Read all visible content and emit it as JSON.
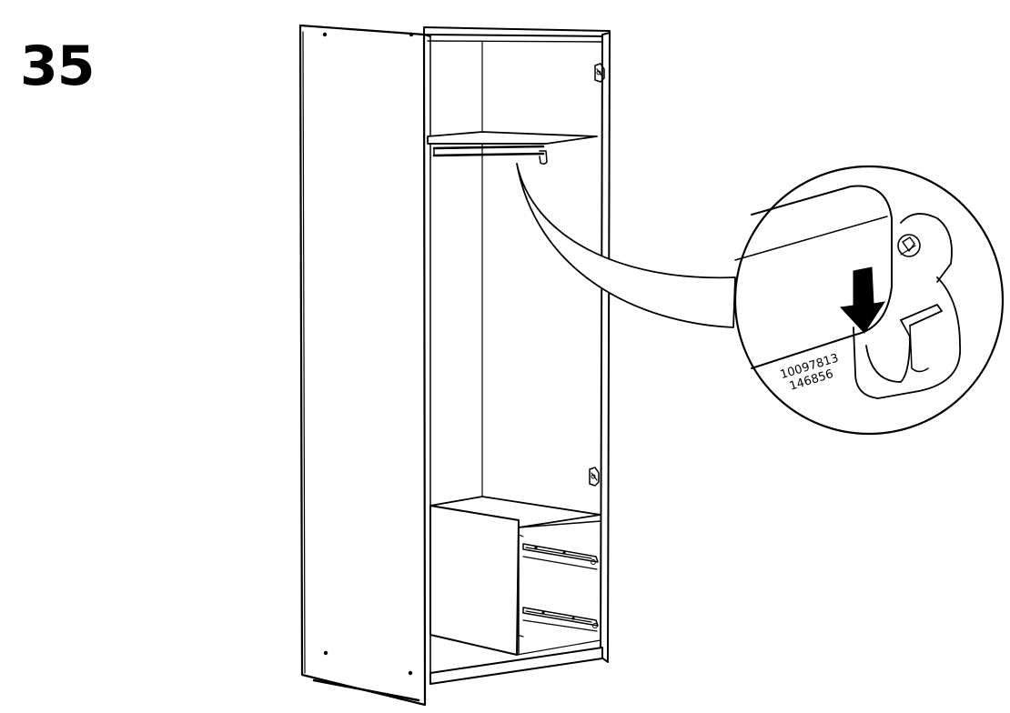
{
  "step": {
    "number": "35"
  },
  "part_label": {
    "line1": "10097813",
    "line2": "146856"
  },
  "icons": {
    "arrow": "down-arrow-icon",
    "magnifier": "detail-callout"
  },
  "colors": {
    "ink": "#000000",
    "paper": "#ffffff"
  }
}
